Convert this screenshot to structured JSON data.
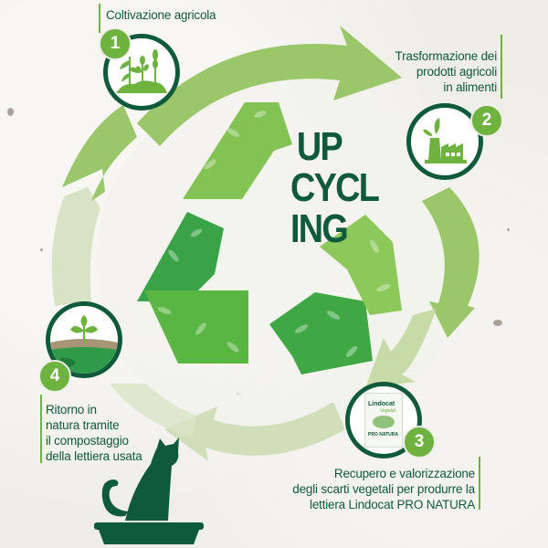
{
  "title": {
    "line1": "UP",
    "line2": "CYCL",
    "line3": "ING"
  },
  "steps": [
    {
      "number": "1",
      "icon": "crops-icon",
      "label_lines": [
        "Coltivazione agricola"
      ]
    },
    {
      "number": "2",
      "icon": "factory-leaf-icon",
      "label_lines": [
        "Trasformazione dei",
        "prodotti agricoli",
        "in alimenti"
      ]
    },
    {
      "number": "3",
      "icon": "litter-bag-icon",
      "product": {
        "brand": "Lindocat",
        "line": "Vegetal",
        "name": "PRO NATURA"
      },
      "label_lines": [
        "Recupero e valorizzazione",
        "degli scarti vegetali per produrre la",
        "lettiera Lindocat PRO NATURA"
      ]
    },
    {
      "number": "4",
      "icon": "soil-sprout-icon",
      "label_lines": [
        "Ritorno in",
        "natura tramite",
        "il compostaggio",
        "della lettiera usata"
      ]
    }
  ],
  "decor": {
    "center_icon": "recycle-leaves-icon",
    "cat_icon": "cat-litter-box-icon"
  },
  "colors": {
    "dark_green": "#0e5a3a",
    "accent_green": "#6eb33f",
    "arrow_green": "#9cc66a",
    "arrow_light": "#cfdcb6",
    "paper": "#efede7"
  }
}
